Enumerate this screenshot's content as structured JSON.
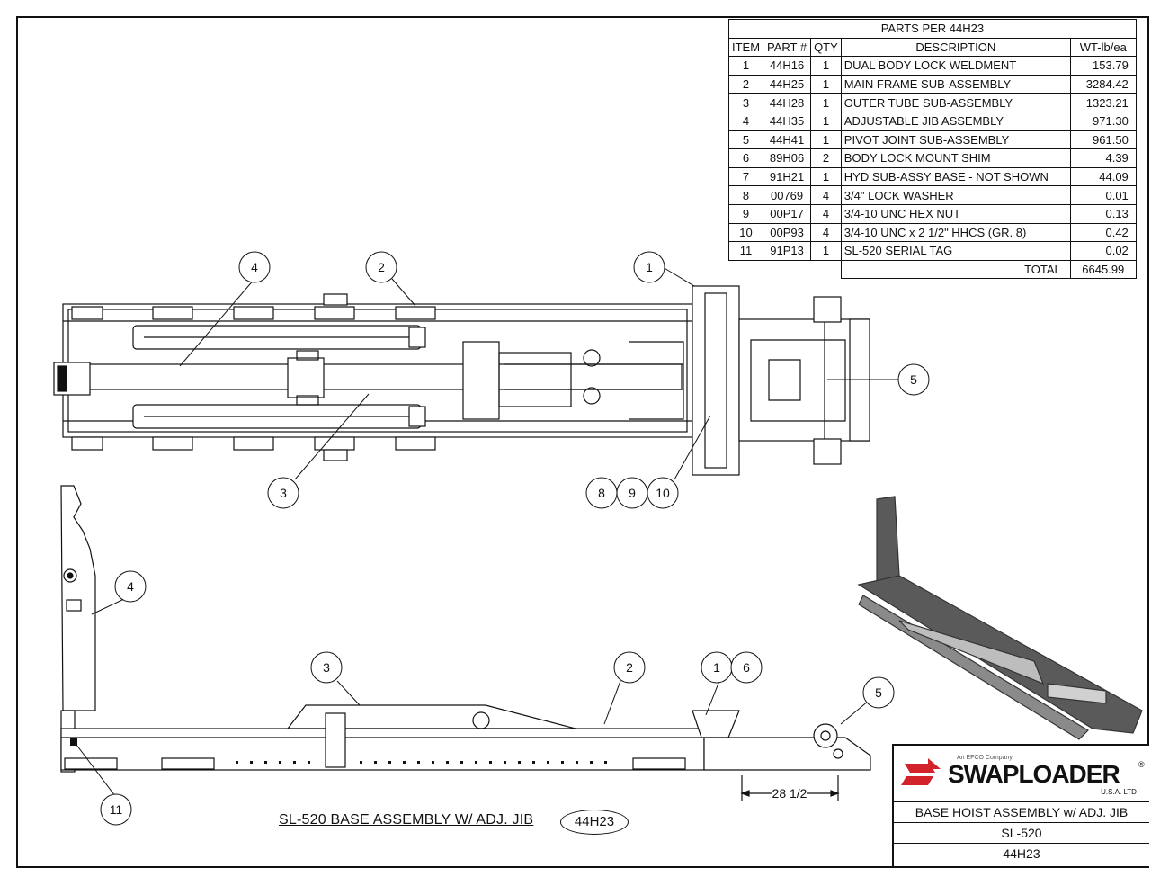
{
  "parts_table": {
    "title": "PARTS PER 44H23",
    "headers": [
      "ITEM",
      "PART #",
      "QTY",
      "DESCRIPTION",
      "WT-lb/ea"
    ],
    "rows": [
      {
        "item": "1",
        "part": "44H16",
        "qty": "1",
        "description": "DUAL BODY LOCK WELDMENT",
        "weight": "153.79"
      },
      {
        "item": "2",
        "part": "44H25",
        "qty": "1",
        "description": "MAIN FRAME SUB-ASSEMBLY",
        "weight": "3284.42"
      },
      {
        "item": "3",
        "part": "44H28",
        "qty": "1",
        "description": "OUTER TUBE SUB-ASSEMBLY",
        "weight": "1323.21"
      },
      {
        "item": "4",
        "part": "44H35",
        "qty": "1",
        "description": "ADJUSTABLE JIB ASSEMBLY",
        "weight": "971.30"
      },
      {
        "item": "5",
        "part": "44H41",
        "qty": "1",
        "description": "PIVOT JOINT SUB-ASSEMBLY",
        "weight": "961.50"
      },
      {
        "item": "6",
        "part": "89H06",
        "qty": "2",
        "description": "BODY LOCK MOUNT SHIM",
        "weight": "4.39"
      },
      {
        "item": "7",
        "part": "91H21",
        "qty": "1",
        "description": "HYD SUB-ASSY BASE - NOT SHOWN",
        "weight": "44.09"
      },
      {
        "item": "8",
        "part": "00769",
        "qty": "4",
        "description": "3/4\" LOCK WASHER",
        "weight": "0.01"
      },
      {
        "item": "9",
        "part": "00P17",
        "qty": "4",
        "description": "3/4-10 UNC HEX NUT",
        "weight": "0.13"
      },
      {
        "item": "10",
        "part": "00P93",
        "qty": "4",
        "description": "3/4-10 UNC x 2 1/2\" HHCS (GR. 8)",
        "weight": "0.42"
      },
      {
        "item": "11",
        "part": "91P13",
        "qty": "1",
        "description": "SL-520 SERIAL TAG",
        "weight": "0.02"
      }
    ],
    "total_label": "TOTAL",
    "total_value": "6645.99"
  },
  "callouts": {
    "top_view": [
      "4",
      "2",
      "1",
      "5",
      "3",
      "8",
      "9",
      "10"
    ],
    "side_view": [
      "4",
      "3",
      "2",
      "1",
      "6",
      "5",
      "11"
    ]
  },
  "dimension": "28 1/2",
  "drawing_title": "SL-520 BASE ASSEMBLY W/ ADJ. JIB",
  "drawing_number": "44H23",
  "title_block": {
    "company_tag": "An EFCO Company",
    "brand": "SWAPLOADER",
    "brand_sub": "U.S.A. LTD",
    "brand_mark": "®",
    "title": "BASE HOIST ASSEMBLY w/ ADJ. JIB",
    "model": "SL-520",
    "number": "44H23"
  },
  "colors": {
    "line": "#111111",
    "logo_red": "#d2232a",
    "render_gray": "#5a5a5a"
  }
}
